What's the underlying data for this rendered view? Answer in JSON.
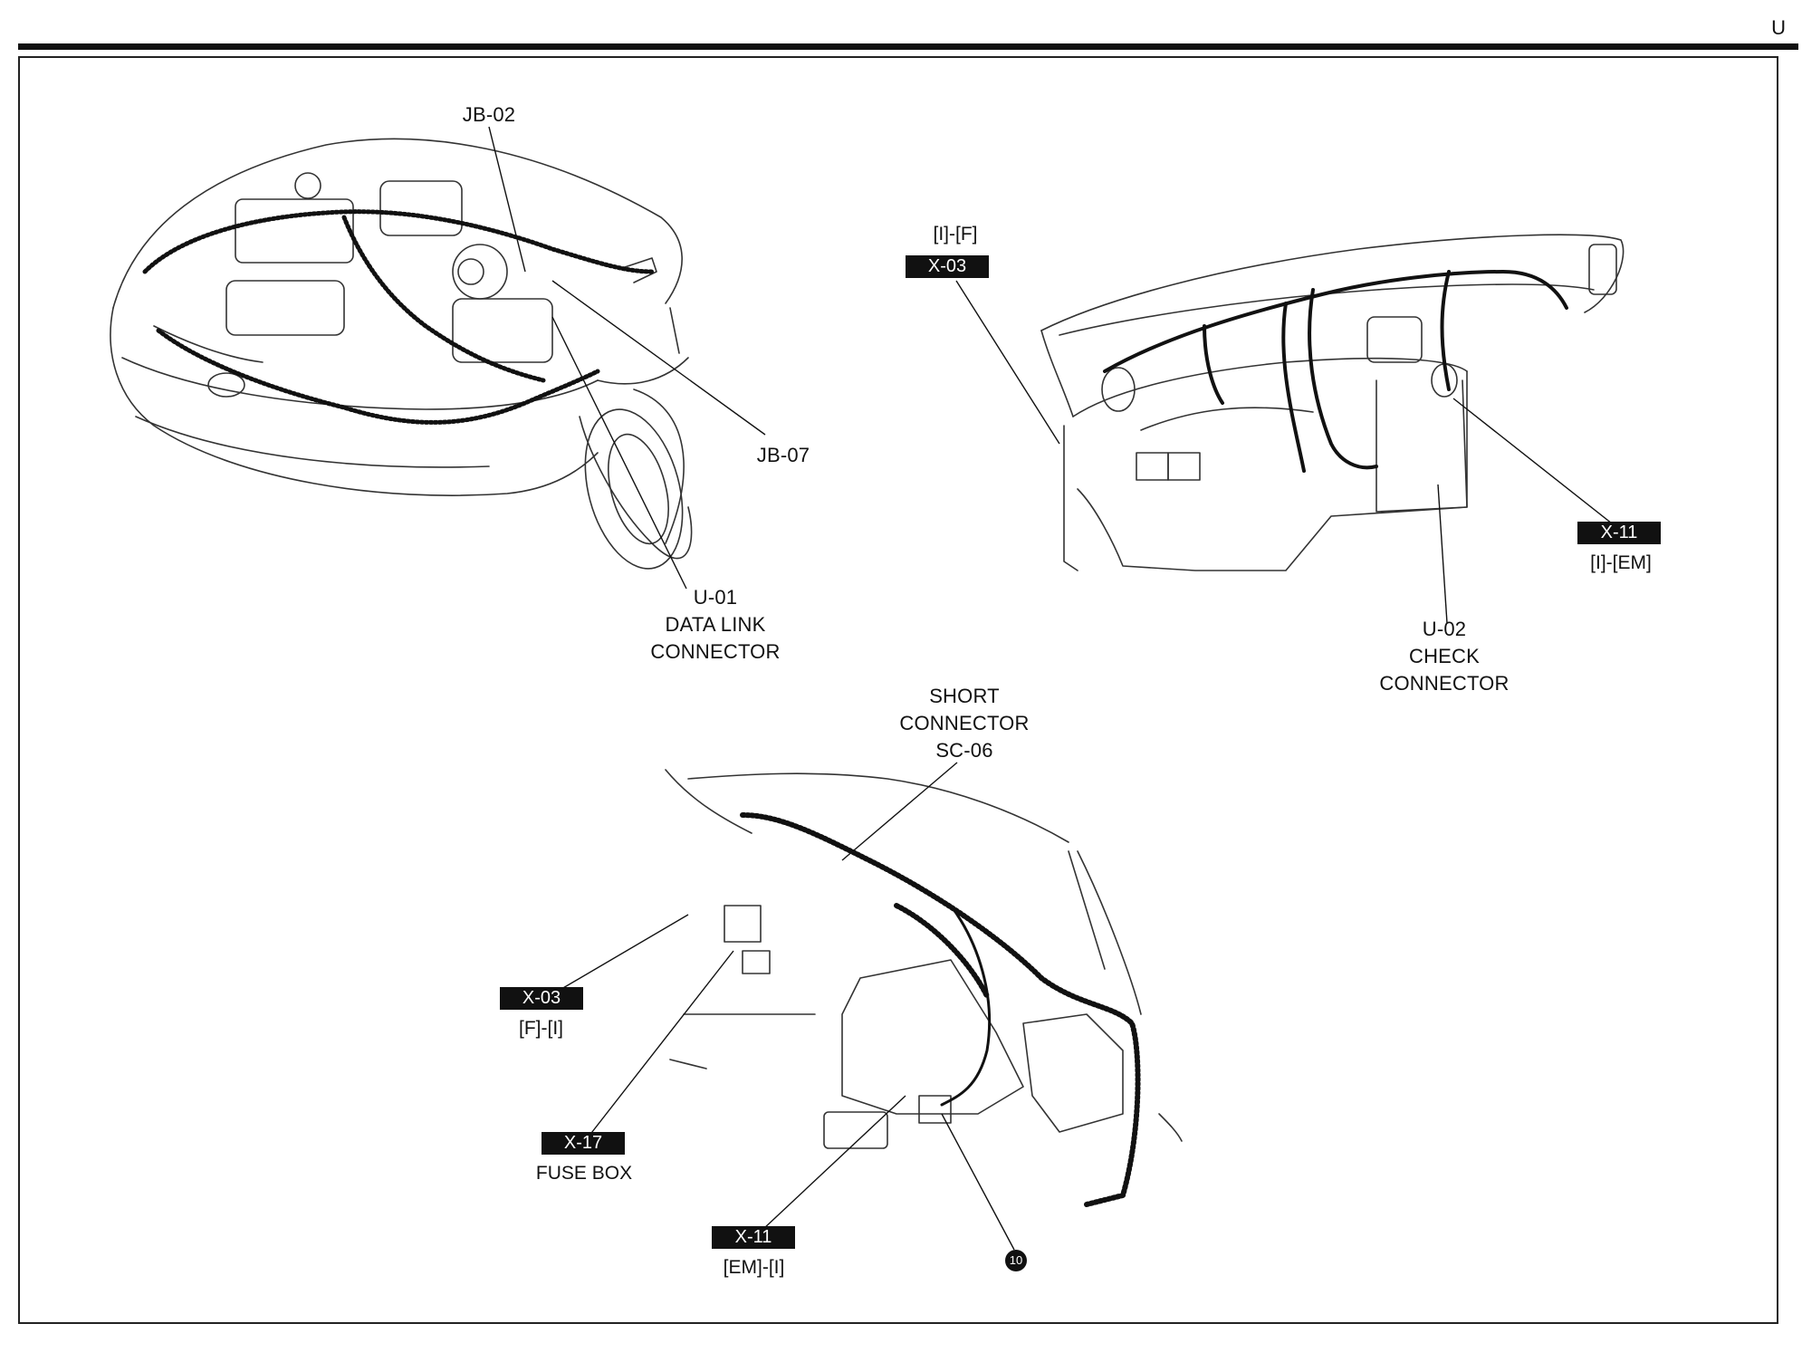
{
  "page_letter": "U",
  "engine_bay": {
    "jb02": "JB-02",
    "jb07": "JB-07",
    "u01": {
      "id": "U-01",
      "line1": "DATA LINK",
      "line2": "CONNECTOR"
    }
  },
  "dashboard": {
    "x03_top": {
      "sub": "[I]-[F]",
      "tag": "X-03"
    },
    "x11_right": {
      "tag": "X-11",
      "sub": "[I]-[EM]"
    },
    "u02": {
      "id": "U-02",
      "line1": "CHECK",
      "line2": "CONNECTOR"
    }
  },
  "footwell": {
    "short": {
      "line1": "SHORT",
      "line2": "CONNECTOR",
      "line3": "SC-06"
    },
    "x03": {
      "tag": "X-03",
      "sub": "[F]-[I]"
    },
    "x17": {
      "tag": "X-17",
      "sub": "FUSE BOX"
    },
    "x11": {
      "tag": "X-11",
      "sub": "[EM]-[I]"
    },
    "ground": "10"
  }
}
